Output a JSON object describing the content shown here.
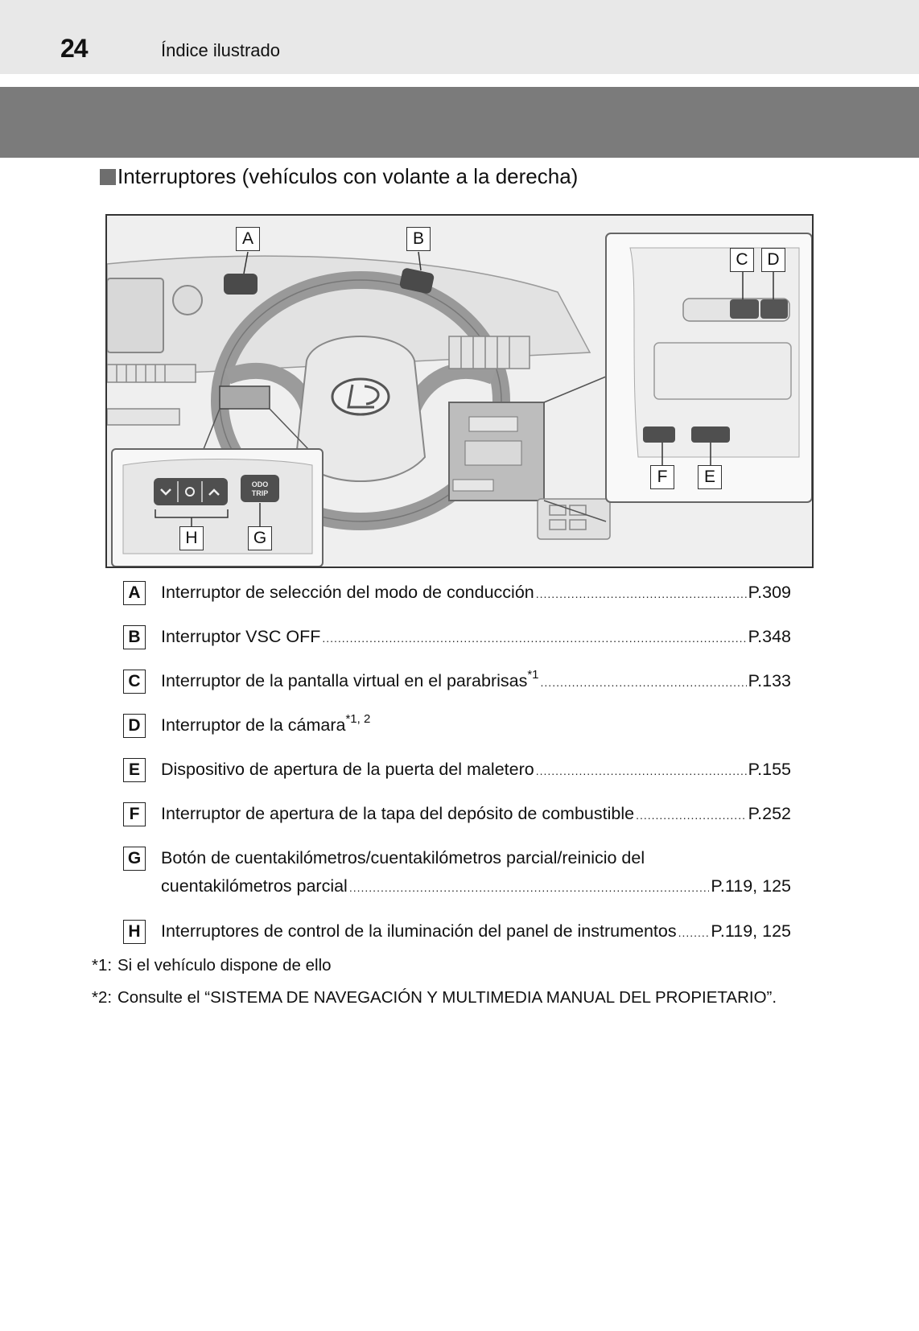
{
  "header": {
    "page_number": "24",
    "section": "Índice ilustrado"
  },
  "heading": {
    "text": "Interruptores (vehículos con volante a la derecha)"
  },
  "figure": {
    "callouts": {
      "A": "A",
      "B": "B",
      "C": "C",
      "D": "D",
      "E": "E",
      "F": "F",
      "G": "G",
      "H": "H"
    },
    "odo_label": "ODO",
    "trip_label": "TRIP"
  },
  "items": [
    {
      "letter": "A",
      "text": "Interruptor de selección del modo de conducción",
      "sup": "",
      "page": "P.309"
    },
    {
      "letter": "B",
      "text": "Interruptor VSC OFF",
      "sup": "",
      "page": "P.348"
    },
    {
      "letter": "C",
      "text": "Interruptor de la pantalla virtual en el parabrisas",
      "sup": "*1",
      "page": "P.133"
    },
    {
      "letter": "D",
      "text": "Interruptor de la cámara",
      "sup": "*1, 2",
      "page": ""
    },
    {
      "letter": "E",
      "text": "Dispositivo de apertura de la puerta del maletero",
      "sup": "",
      "page": "P.155"
    },
    {
      "letter": "F",
      "text": "Interruptor de apertura de la tapa del depósito de combustible",
      "sup": "",
      "page": "P.252"
    },
    {
      "letter": "G",
      "text": "Botón de cuentakilómetros/cuentakilómetros parcial/reinicio del",
      "text2": "cuentakilómetros parcial",
      "sup": "",
      "page": "P.119, 125"
    },
    {
      "letter": "H",
      "text": "Interruptores de control de la iluminación del panel de instrumentos",
      "sup": "",
      "page": "P.119, 125"
    }
  ],
  "footnotes": [
    {
      "mark": "*1:",
      "text": "Si el vehículo dispone de ello"
    },
    {
      "mark": "*2:",
      "text": "Consulte el “SISTEMA DE NAVEGACIÓN Y MULTIMEDIA MANUAL DEL PROPIETARIO”."
    }
  ]
}
